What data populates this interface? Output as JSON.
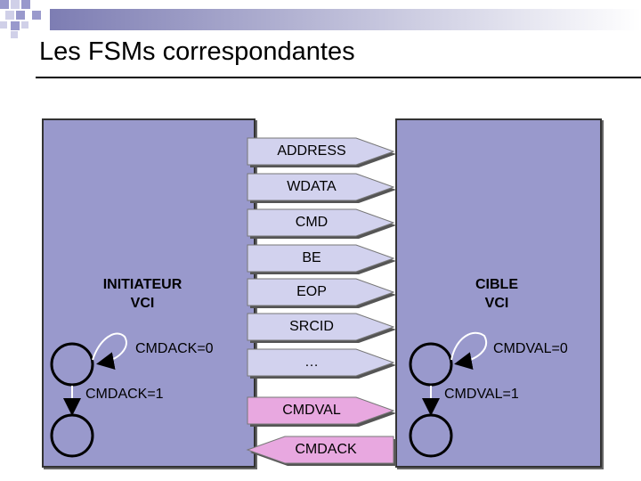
{
  "slide": {
    "title": "Les FSMs correspondantes"
  },
  "initiator": {
    "label": "INITIATEUR\nVCI",
    "states": [
      "CMDACK=0",
      "CMDACK=1"
    ]
  },
  "target": {
    "label": "CIBLE\nVCI",
    "states": [
      "CMDVAL=0",
      "CMDVAL=1"
    ]
  },
  "signals": [
    {
      "label": "ADDRESS",
      "direction": "right"
    },
    {
      "label": "WDATA",
      "direction": "right"
    },
    {
      "label": "CMD",
      "direction": "right"
    },
    {
      "label": "BE",
      "direction": "right"
    },
    {
      "label": "EOP",
      "direction": "right"
    },
    {
      "label": "SRCID",
      "direction": "right"
    },
    {
      "label": "…",
      "direction": "right"
    },
    {
      "label": "CMDVAL",
      "direction": "right"
    },
    {
      "label": "CMDACK",
      "direction": "left"
    }
  ],
  "colors": {
    "block": "#9999cc",
    "arrow": "#d2d2ee",
    "arrow_highlight": "#e8a8e0",
    "header_bar": "#7d7db3"
  }
}
